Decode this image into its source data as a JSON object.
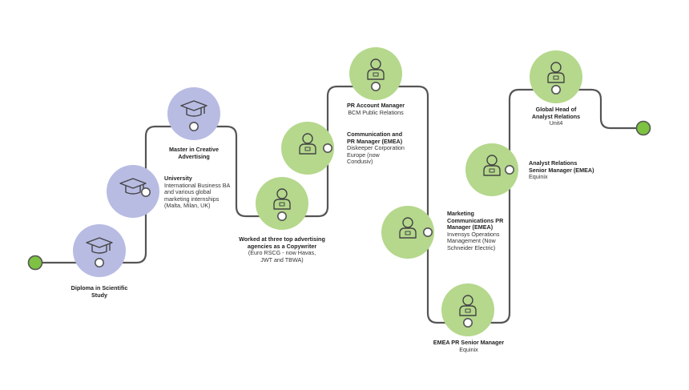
{
  "colors": {
    "path": "#555555",
    "education_circle": "#B8BCE3",
    "career_circle": "#B5D88C",
    "endpoint": "#7DC242",
    "node_fill": "#ffffff",
    "node_stroke": "#555555"
  },
  "nodes": [
    {
      "id": "diploma",
      "kind": "education",
      "icon": "graduation-cap-icon",
      "title": "Diploma in Scientific Study",
      "detail": ""
    },
    {
      "id": "university",
      "kind": "education",
      "icon": "graduation-cap-icon",
      "title": "University",
      "detail": "International Business BA and various global marketing internships (Malta, Milan, UK)"
    },
    {
      "id": "master",
      "kind": "education",
      "icon": "graduation-cap-icon",
      "title": "Master in Creative Advertising",
      "detail": ""
    },
    {
      "id": "copywriter",
      "kind": "career",
      "icon": "person-icon",
      "title": "Worked at three top advertising agencies as a Copywriter",
      "detail": "(Euro RSCG - now Havas, JWT and TBWA)"
    },
    {
      "id": "diskeeper",
      "kind": "career",
      "icon": "person-icon",
      "title": "Communication and PR Manager (EMEA)",
      "detail": "Diskeeper Corporation Europe (now Condusiv)"
    },
    {
      "id": "bcm",
      "kind": "career",
      "icon": "person-icon",
      "title": "PR Account Manager",
      "detail": "BCM Public Relations"
    },
    {
      "id": "invensys",
      "kind": "career",
      "icon": "person-icon",
      "title": "Marketing Communications PR Manager (EMEA)",
      "detail": "Invensys Operations Management (Now Schneider Electric)"
    },
    {
      "id": "equinix_pr",
      "kind": "career",
      "icon": "person-icon",
      "title": "EMEA PR Senior Manager",
      "detail": "Equinix"
    },
    {
      "id": "equinix_ar",
      "kind": "career",
      "icon": "person-icon",
      "title": "Analyst Relations Senior Manager (EMEA)",
      "detail": "Equinix"
    },
    {
      "id": "unit4",
      "kind": "career",
      "icon": "person-icon",
      "title": "Global Head of Analyst Relations",
      "detail": "Unit4"
    }
  ]
}
